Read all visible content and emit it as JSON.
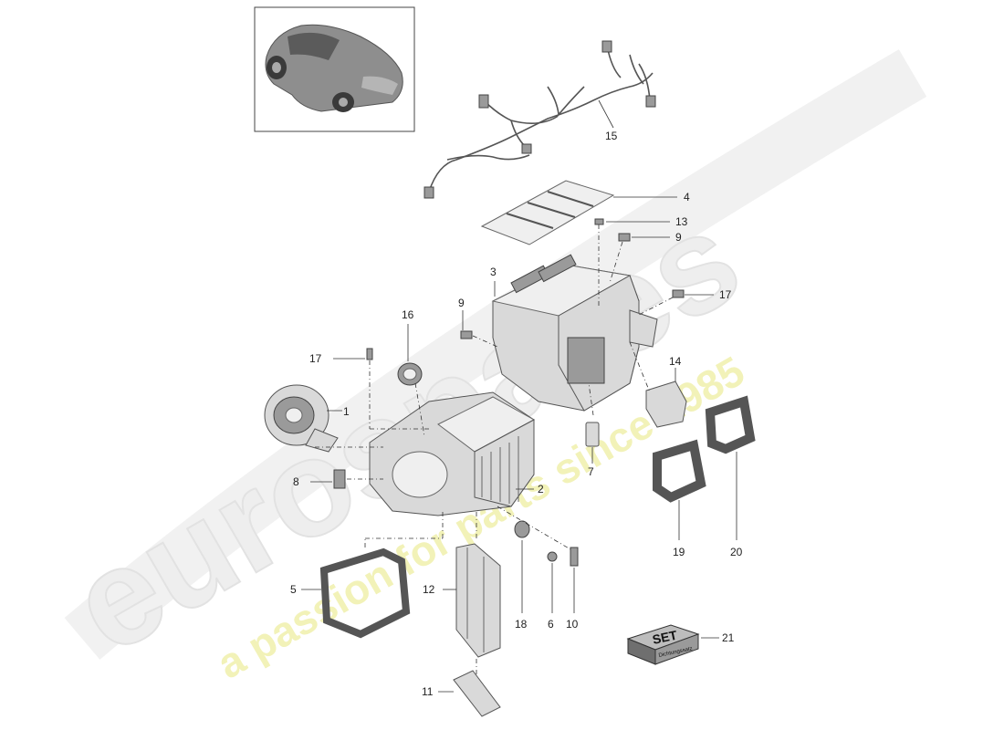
{
  "watermark": {
    "brand": "eurospares",
    "tagline": "a passion for parts since 1985"
  },
  "set_box": {
    "label": "SET",
    "sublabel": "Dichtungssatz"
  },
  "callouts": {
    "c1": "1",
    "c2": "2",
    "c3": "3",
    "c4": "4",
    "c5": "5",
    "c6": "6",
    "c7": "7",
    "c8": "8",
    "c9a": "9",
    "c9b": "9",
    "c10": "10",
    "c11": "11",
    "c12": "12",
    "c13": "13",
    "c14": "14",
    "c15": "15",
    "c16": "16",
    "c17a": "17",
    "c17b": "17",
    "c18": "18",
    "c19": "19",
    "c20": "20",
    "c21": "21"
  },
  "icons": {
    "vehicle_thumbnail": "car-icon"
  }
}
